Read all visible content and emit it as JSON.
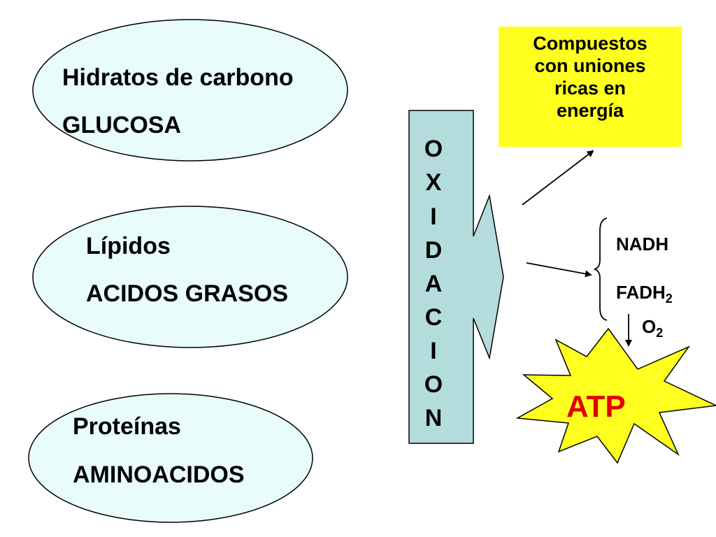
{
  "sources": [
    {
      "name": "Hidratos de carbono",
      "compound": "GLUCOSA"
    },
    {
      "name": "Lípidos",
      "compound": "ACIDOS GRASOS"
    },
    {
      "name": "Proteínas",
      "compound": "AMINOACIDOS"
    }
  ],
  "process": {
    "letters": [
      "O",
      "X",
      "I",
      "D",
      "A",
      "C",
      "I",
      "O",
      "N"
    ]
  },
  "products": {
    "energy_box_lines": [
      "Compuestos",
      "con uniones",
      "ricas en",
      "energía"
    ],
    "nadh": "NADH",
    "fadh_base": "FADH",
    "fadh_sub": "2",
    "o2_base": "O",
    "o2_sub": "2",
    "atp": "ATP"
  },
  "colors": {
    "ellipse_fill": "#e8fcfc",
    "arrow_fill": "#b4dcdc",
    "energy_box_fill": "#ffff1f",
    "star_fill": "#ffff1f",
    "atp_text": "#e00000"
  }
}
